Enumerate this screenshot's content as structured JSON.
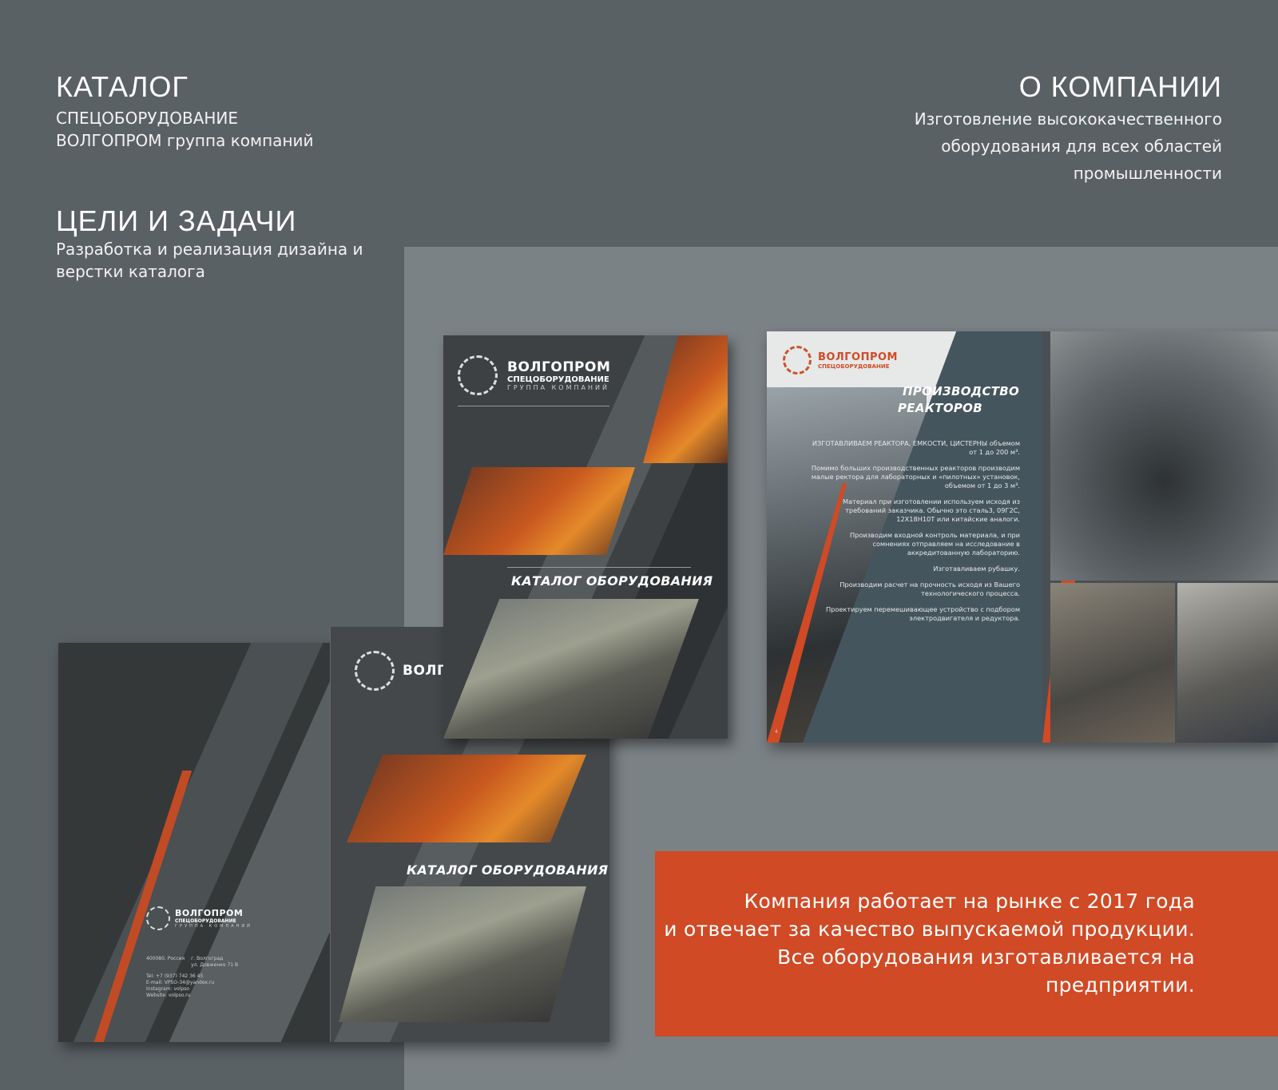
{
  "catalog": {
    "title": "КАТАЛОГ",
    "line1": "СПЕЦОБОРУДОВАНИЕ",
    "line2": "ВОЛГОПРОМ группа компаний"
  },
  "goals": {
    "title": "ЦЕЛИ И ЗАДАЧИ",
    "line1": "Разработка и реализация дизайна и",
    "line2": "верстки каталога"
  },
  "about": {
    "title": "О КОМПАНИИ",
    "line1": "Изготовление высококачественного",
    "line2": "оборудования для всех областей",
    "line3": "промышленности"
  },
  "brand": {
    "name": "ВОЛГОПРОМ",
    "sub": "СПЕЦОБОРУДОВАНИЕ",
    "group": "ГРУППА КОМПАНИЙ"
  },
  "cover": {
    "title": "КАТАЛОГ ОБОРУДОВАНИЯ"
  },
  "spread": {
    "heading1": "ПРОИЗВОДСТВО",
    "heading2": "РЕАКТОРОВ",
    "page_number": "4",
    "paragraphs": [
      "ИЗГОТАВЛИВАЕМ РЕАКТОРА, ЕМКОСТИ, ЦИСТЕРНЫ объемом от 1 до 200 м³.",
      "Помимо больших производственных реакторов производим малые ректора для лабораторных и «пилотных» установок, объемом от 1 до 3 м³.",
      "Материал при изготовлении используем исходя из требований заказчика. Обычно это сталь3, 09Г2С, 12Х18Н10Т или китайские аналоги.",
      "Производим входной контроль материала, и при сомнениях отправляем на исследование в аккредитованную лабораторию.",
      "Изготавливаем рубашку.",
      "Производим расчет на прочность исходя из Вашего технологического процесса.",
      "Проектируем перемешивающее устройство с подбором электродвигателя и редуктора."
    ]
  },
  "contacts": {
    "address_country": "400080, Россия",
    "address_city": "г. Волгоград",
    "address_street": "ул. Довженко 71 В",
    "tel_label": "Tel:",
    "tel": "+7 (937) 742 36 45",
    "email_label": "E-mail:",
    "email": "VPSO-34@yandex.ru",
    "instagram_label": "Instagram:",
    "instagram": "volpso",
    "website_label": "Website:",
    "website": "volpso.ru"
  },
  "statement": {
    "line1": "Компания работает на рынке с 2017 года",
    "line2": "и отвечает за качество выпускаемой продукции.",
    "line3": "Все оборудования изготавливается на",
    "line4": "предприятии."
  },
  "colors": {
    "accent": "#d04a25",
    "background": "#5a6165",
    "stage": "#7b8286"
  }
}
